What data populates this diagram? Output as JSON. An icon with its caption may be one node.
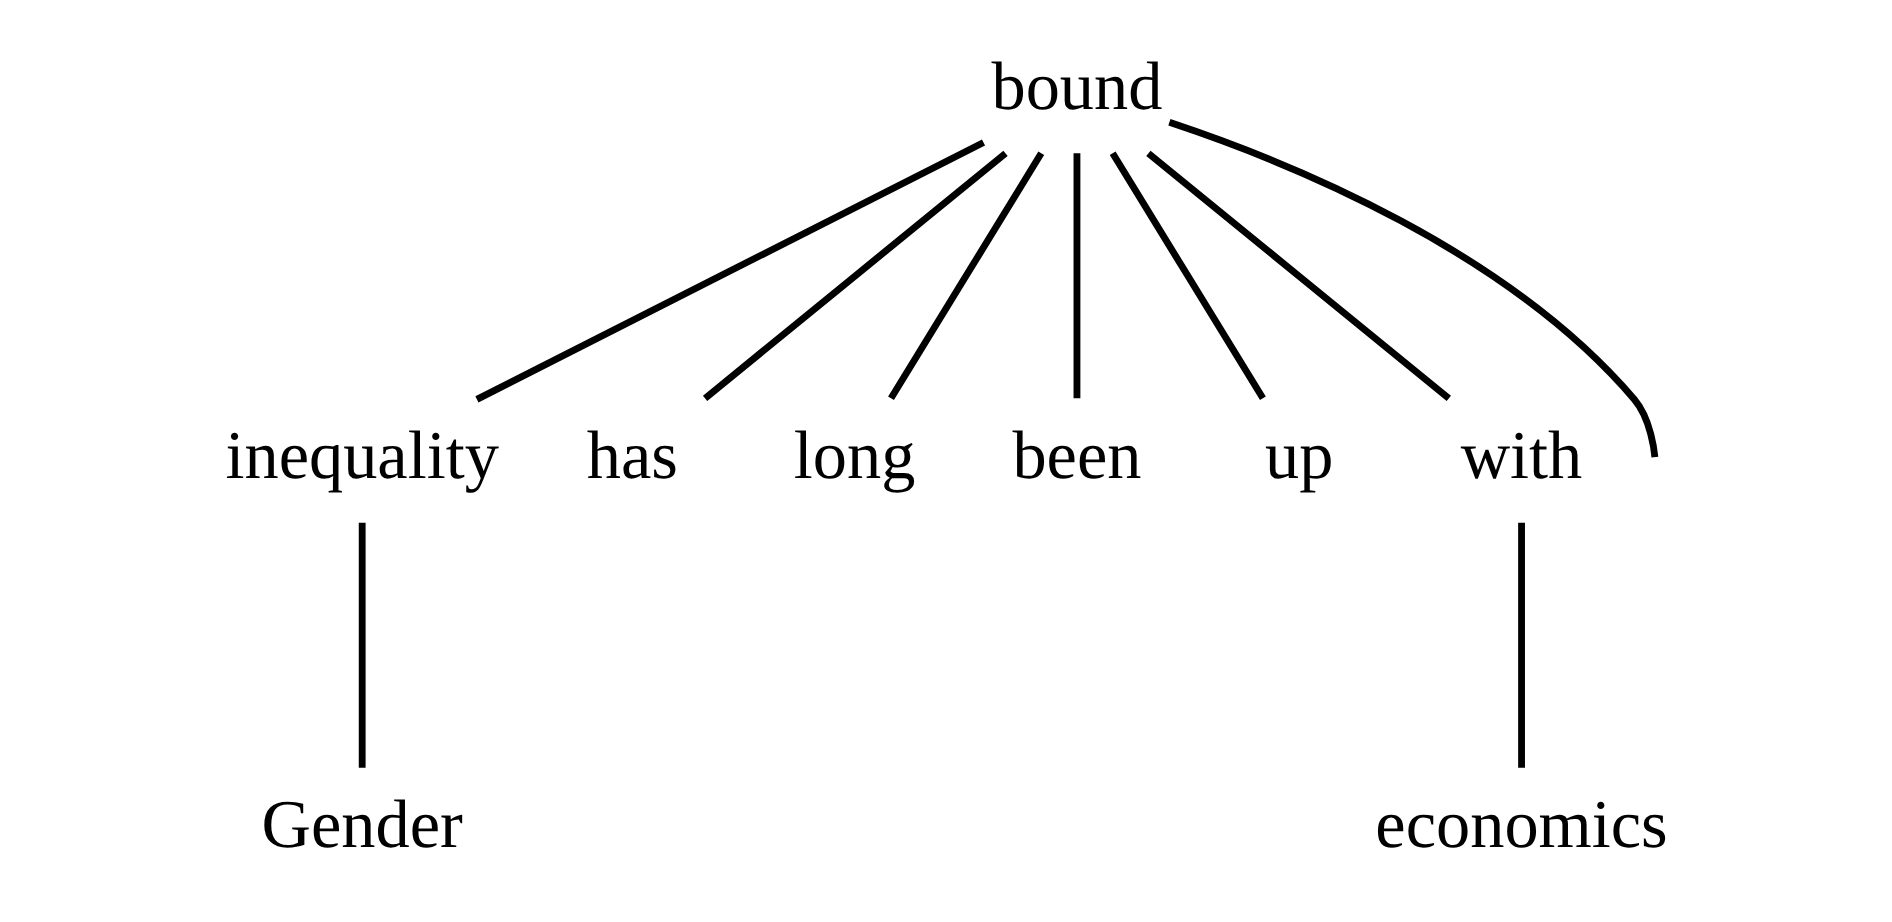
{
  "diagram": {
    "nodes": [
      {
        "text": [
          "bound"
        ]
      },
      {
        "text": [
          "inequality"
        ]
      },
      {
        "text": [
          "has"
        ]
      },
      {
        "text": [
          "long"
        ]
      },
      {
        "text": [
          "been"
        ]
      },
      {
        "text": [
          "up"
        ]
      },
      {
        "text": [
          "with"
        ]
      },
      {
        "text": [
          "Gender"
        ]
      },
      {
        "text": [
          "economics"
        ]
      }
    ],
    "edges": [
      {
        "from": 0,
        "to": 1,
        "arrow": "none"
      },
      {
        "from": 0,
        "to": 2,
        "arrow": "none"
      },
      {
        "from": 0,
        "to": 3,
        "arrow": "none"
      },
      {
        "from": 0,
        "to": 4,
        "arrow": "none"
      },
      {
        "from": 0,
        "to": 5,
        "arrow": "none"
      },
      {
        "from": 0,
        "to": 6,
        "arrow": "none"
      },
      {
        "from": 0,
        "to": null,
        "arrow": "none"
      },
      {
        "from": 1,
        "to": 7,
        "arrow": "none"
      },
      {
        "from": 6,
        "to": 8,
        "arrow": "none"
      }
    ]
  }
}
